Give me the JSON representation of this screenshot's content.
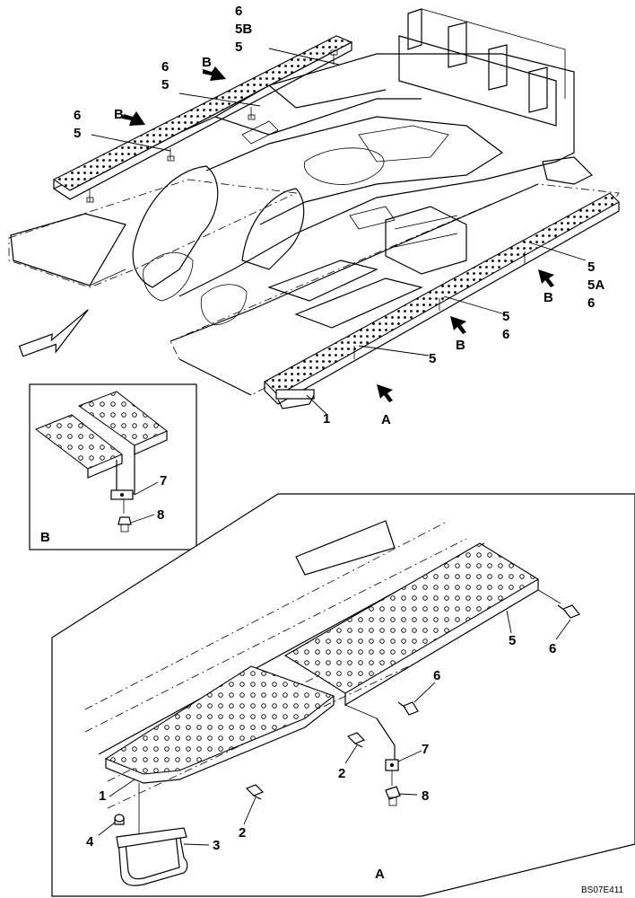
{
  "figure_code": "BS07E411",
  "main_view": {
    "callouts": {
      "left_top": [
        "6",
        "5B",
        "5"
      ],
      "left_mid": [
        "6",
        "5"
      ],
      "left_low": [
        "6",
        "5"
      ],
      "right_top": [
        "5",
        "5A",
        "6"
      ],
      "right_mid": [
        "5",
        "6"
      ],
      "right_low": [
        "5"
      ],
      "step": "1"
    },
    "arrow_labels": [
      "B",
      "B",
      "B",
      "B",
      "A"
    ]
  },
  "detail_b": {
    "label": "B",
    "callouts": [
      "7",
      "8"
    ]
  },
  "detail_a": {
    "label": "A",
    "callouts": [
      "5",
      "6",
      "6",
      "7",
      "2",
      "2",
      "8",
      "1",
      "4",
      "3"
    ]
  }
}
